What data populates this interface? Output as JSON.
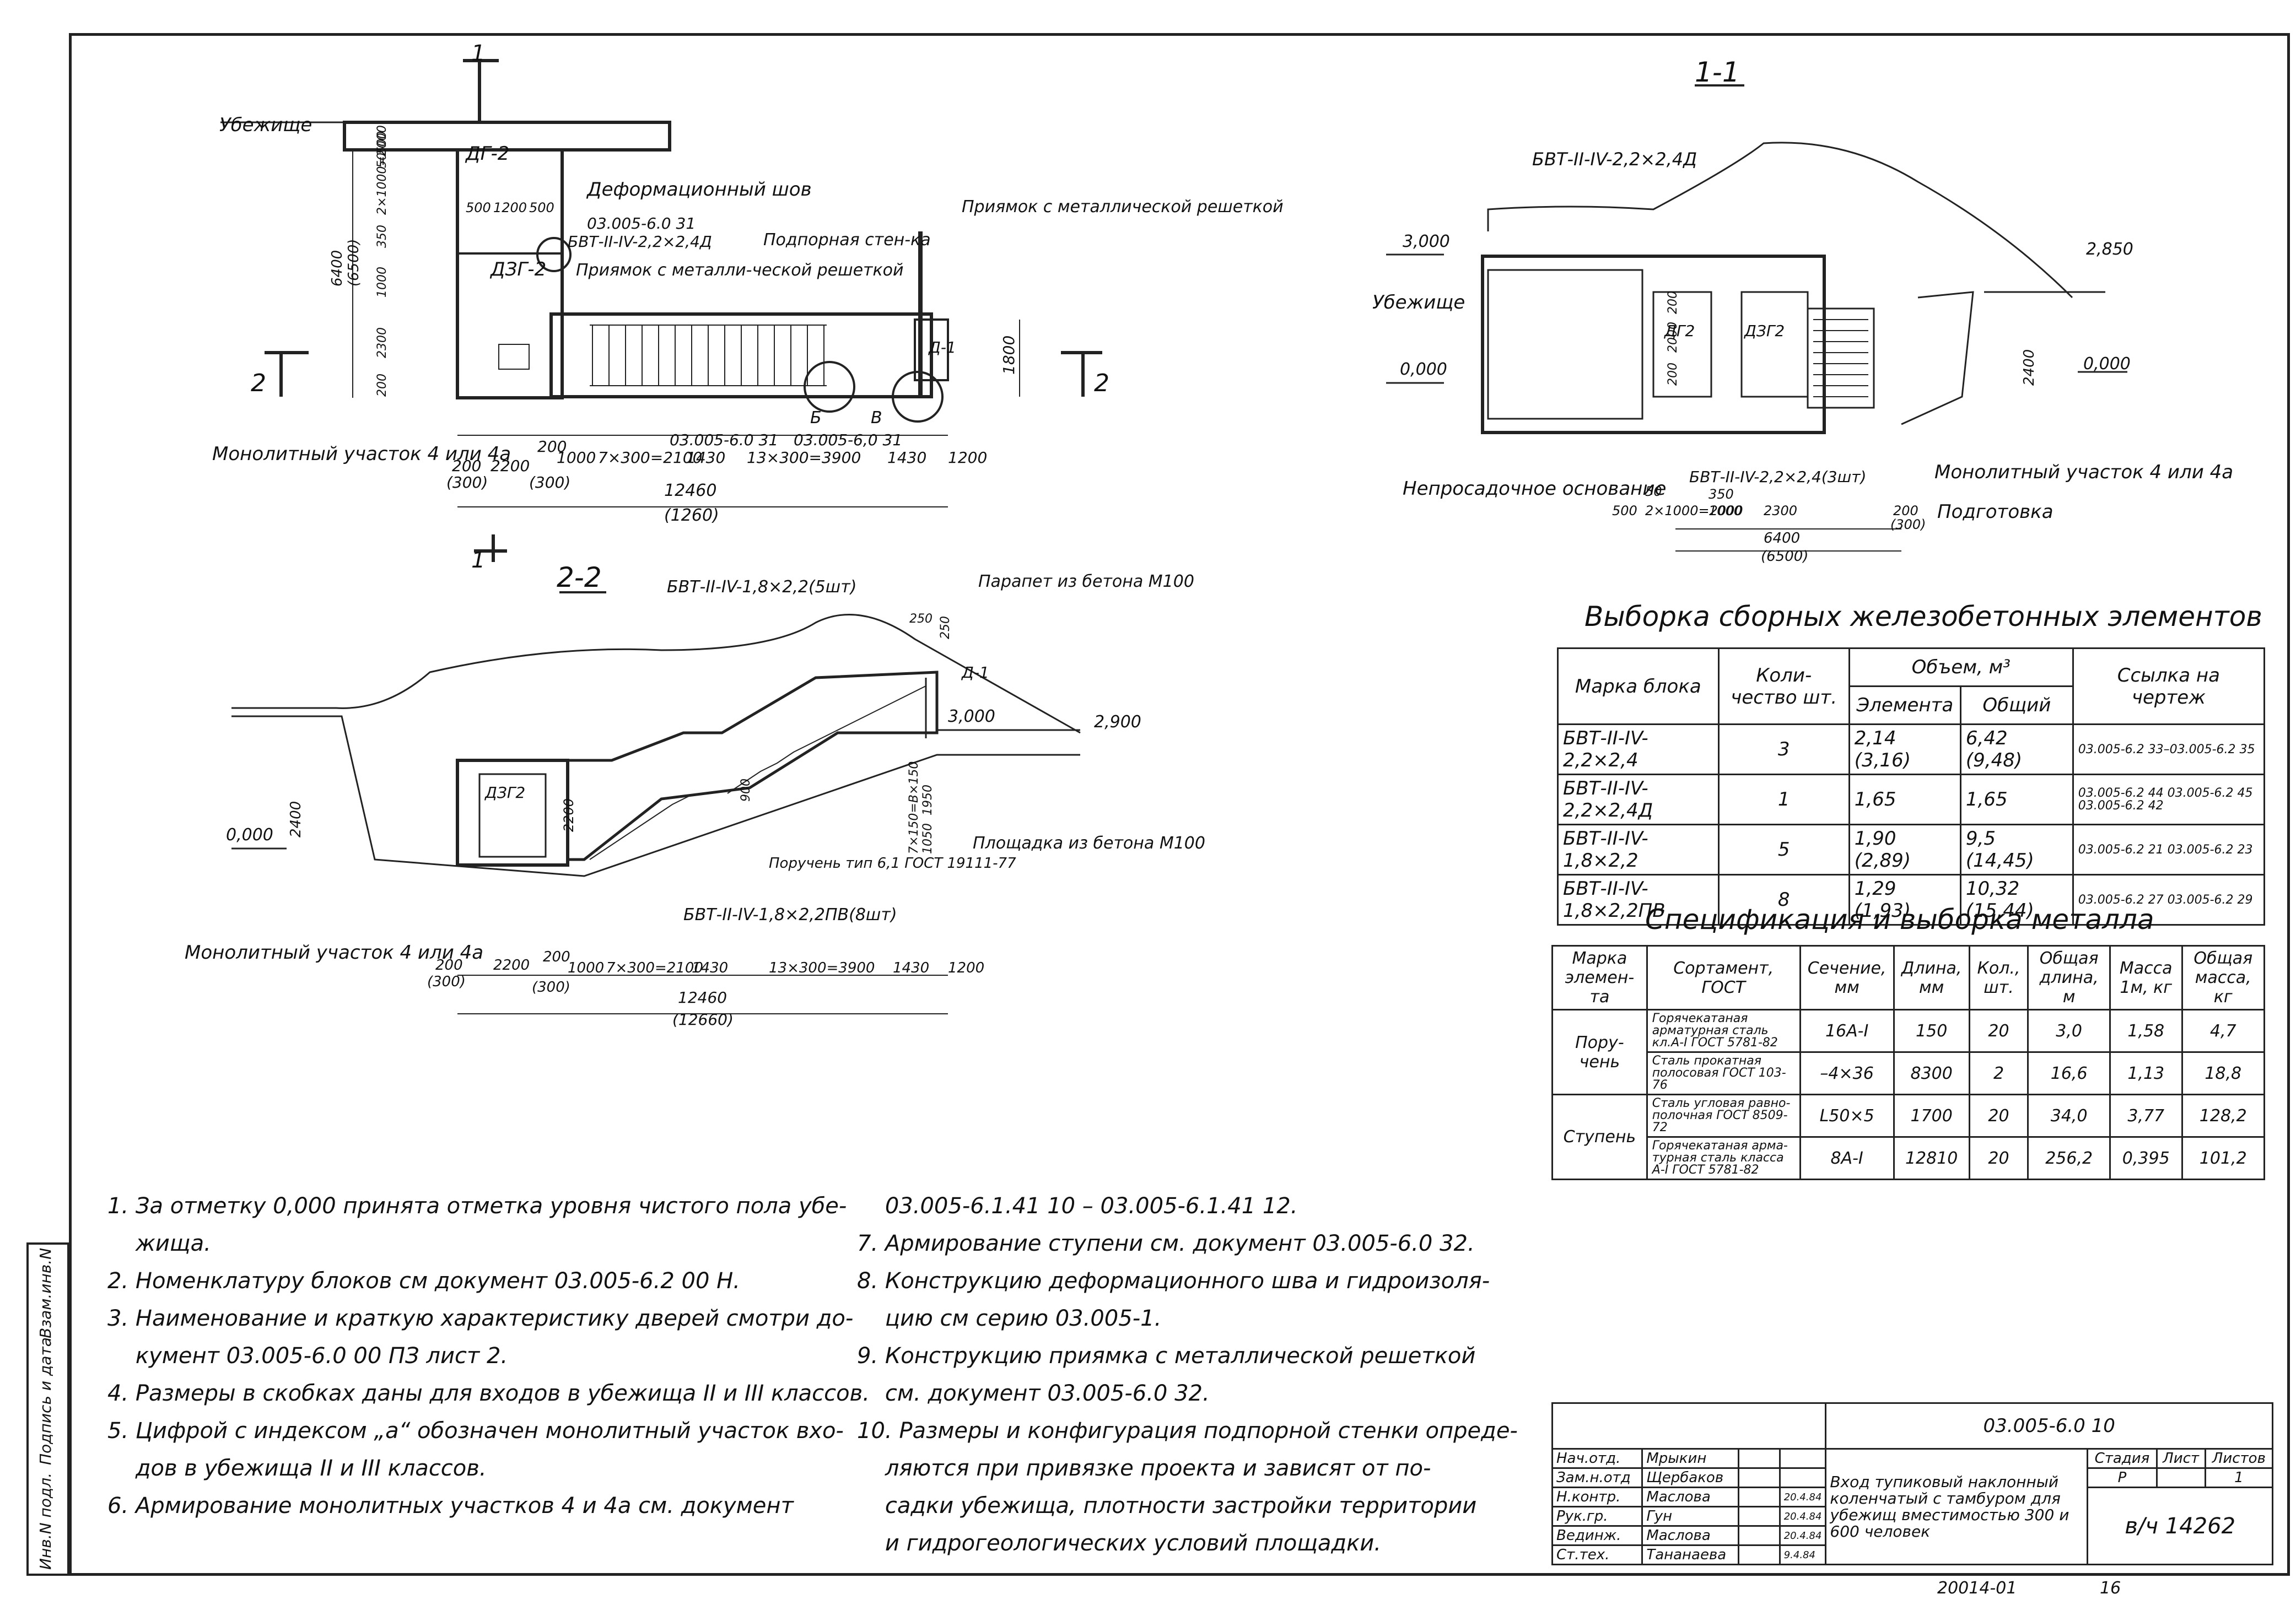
{
  "plan": {
    "section_mark_1": "1",
    "section_mark_2": "2",
    "label_shelter": "Убежище",
    "door_dg2": "ДГ-2",
    "door_dzg2": "ДЗГ-2",
    "deformation_joint": "Деформационный шов",
    "joint_ref": "03.005-6.0 31",
    "block_ref": "БВТ-II-IV-2,2×2,4Д",
    "pit_grating": "Приямок с металли-ческой решеткой",
    "retaining_wall": "Подпорная стен-ка",
    "pit_metal_grating": "Приямок с металлической решеткой",
    "monolithic": "Монолитный участок 4 или 4а",
    "callout_b": "Б",
    "callout_v": "В",
    "ref_31": "03.005-6.0 31",
    "ref_31b": "03.005-6,0 31",
    "d1": "Д-1",
    "dims_left_vertical": [
      "6400",
      "(6500)",
      "50",
      "500",
      "2×1000=2000",
      "350",
      "1000",
      "2300",
      "200"
    ],
    "dims_bottom": [
      "200",
      "(300)",
      "2200",
      "200",
      "(300)",
      "1000",
      "7×300=2100",
      "1430",
      "13×300=3900",
      "1430",
      "1200"
    ],
    "dim_total": "12460",
    "dim_total_alt": "(1260)",
    "dims_inner": [
      "500",
      "1200",
      "500"
    ],
    "dim_1800": "1800"
  },
  "section_11": {
    "title": "1-1",
    "block_top": "БВТ-II-IV-2,2×2,4Д",
    "mark_3000": "3,000",
    "shelter": "Убежище",
    "mark_0000": "0,000",
    "mark_2850": "2,850",
    "mark_0000_right": "0,000",
    "dim_2400": "2400",
    "door_dg2": "ДГ2",
    "door_dzg2": "ДЗГ2",
    "block_bottom": "БВТ-II-IV-2,2×2,4(3шт)",
    "foundation": "Непросадочное основание",
    "monolithic": "Монолитный участок 4 или 4а",
    "bedding": "Подготовка",
    "dims_bottom": [
      "500",
      "50",
      "2×1000=2000",
      "350",
      "1000",
      "2300",
      "200",
      "(300)"
    ],
    "dim_total": "6400",
    "dim_total_alt": "(6500)",
    "dims_vertical": [
      "200",
      "2000",
      "200"
    ]
  },
  "section_22": {
    "title": "2-2",
    "block_5": "БВТ-II-IV-1,8×2,2(5шт)",
    "parapet": "Парапет из бетона М100",
    "d1": "Д-1",
    "dim_250a": "250",
    "dim_250b": "250",
    "mark_3000": "3,000",
    "mark_2900": "2,900",
    "door_dzg2": "ДЗГ2",
    "mark_0000": "0,000",
    "dim_2400": "2400",
    "dim_2200": "2200",
    "dim_900": "900",
    "handrail": "Поручень тип 6,1 ГОСТ 19111-77",
    "platform": "Площадка из бетона М100",
    "stair_dims": "7×150=В×150",
    "dim_1950": "1950",
    "dim_1050": "1050",
    "block_8": "БВТ-II-IV-1,8×2,2ПВ(8шт)",
    "monolithic": "Монолитный участок 4 или 4а",
    "dims_bottom": [
      "200",
      "(300)",
      "2200",
      "200",
      "(300)",
      "1000",
      "7×300=2100",
      "1430",
      "13×300=3900",
      "1430",
      "1200"
    ],
    "dim_total": "12460",
    "dim_total_alt": "(12660)"
  },
  "precast_table": {
    "caption": "Выборка сборных железобетонных элементов",
    "headers": [
      "Марка блока",
      "Коли-чество шт.",
      "Объем, м³",
      "Ссылка на чертеж"
    ],
    "subheaders": [
      "Элемента",
      "Общий"
    ],
    "rows": [
      [
        "БВТ-II-IV-2,2×2,4",
        "3",
        "2,14 (3,16)",
        "6,42 (9,48)",
        "03.005-6.2 33–03.005-6.2 35"
      ],
      [
        "БВТ-II-IV-2,2×2,4Д",
        "1",
        "1,65",
        "1,65",
        "03.005-6.2 44 03.005-6.2 45 03.005-6.2 42"
      ],
      [
        "БВТ-II-IV-1,8×2,2",
        "5",
        "1,90 (2,89)",
        "9,5 (14,45)",
        "03.005-6.2 21 03.005-6.2 23"
      ],
      [
        "БВТ-II-IV-1,8×2,2ПВ",
        "8",
        "1,29 (1,93)",
        "10,32 (15,44)",
        "03.005-6.2 27 03.005-6.2 29"
      ]
    ]
  },
  "metal_table": {
    "caption": "Спецификация и выборка металла",
    "headers": [
      "Марка элемен-та",
      "Сортамент, ГОСТ",
      "Сечение, мм",
      "Длина, мм",
      "Кол., шт.",
      "Общая длина, м",
      "Масса 1м, кг",
      "Общая масса, кг"
    ],
    "groups": [
      {
        "element": "Пору-чень",
        "rows": [
          [
            "Горячекатаная арматурная сталь кл.А-I ГОСТ 5781-82",
            "16А-I",
            "150",
            "20",
            "3,0",
            "1,58",
            "4,7"
          ],
          [
            "Сталь прокатная полосовая ГОСТ 103-76",
            "–4×36",
            "8300",
            "2",
            "16,6",
            "1,13",
            "18,8"
          ]
        ]
      },
      {
        "element": "Ступень",
        "rows": [
          [
            "Сталь угловая равно-полочная ГОСТ 8509-72",
            "L50×5",
            "1700",
            "20",
            "34,0",
            "3,77",
            "128,2"
          ],
          [
            "Горячекатаная арма-турная сталь класса А-I ГОСТ 5781-82",
            "8А-I",
            "12810",
            "20",
            "256,2",
            "0,395",
            "101,2"
          ]
        ]
      }
    ]
  },
  "notes": [
    "1. За отметку 0,000 принята отметка уровня чистого пола убе-",
    "    жища.",
    "2. Номенклатуру блоков см документ 03.005-6.2 00 Н.",
    "3. Наименование и краткую характеристику дверей смотри до-",
    "    кумент 03.005-6.0 00 ПЗ лист 2.",
    "4. Размеры в скобках даны для входов в убежища II и III классов.",
    "5. Цифрой с индексом „а“ обозначен монолитный участок вхо-",
    "    дов в убежища II и III классов.",
    "6. Армирование монолитных участков 4 и 4а см. документ"
  ],
  "notes_right": [
    "    03.005-6.1.41 10 – 03.005-6.1.41 12.",
    "7. Армирование ступени см. документ 03.005-6.0 32.",
    "8. Конструкцию деформационного шва и гидроизоля-",
    "    цию см серию 03.005-1.",
    "9. Конструкцию приямка с металлической решеткой",
    "    см. документ 03.005-6.0 32.",
    "10. Размеры и конфигурация подпорной стенки опреде-",
    "    ляются при привязке проекта и зависят от по-",
    "    садки убежища, плотности застройки территории",
    "    и гидрогеологических условий площадки."
  ],
  "title_block": {
    "doc_code": "03.005-6.0 10",
    "title": "Вход тупиковый наклонный коленчатый с тамбуром для убежищ вместимостью 300 и 600 человек",
    "stage_label": "Стадия",
    "sheet_label": "Лист",
    "sheets_label": "Листов",
    "stage": "Р",
    "sheets": "1",
    "org": "в/ч 14262",
    "people": [
      [
        "Нач.отд.",
        "Мрыкин"
      ],
      [
        "Зам.н.отд",
        "Щербаков"
      ],
      [
        "Н.контр.",
        "Маслова"
      ],
      [
        "Рук.гр.",
        "Гун"
      ],
      [
        "Вединж.",
        "Маслова"
      ],
      [
        "Ст.тех.",
        "Тананаева"
      ]
    ],
    "dates": [
      "20.4.84",
      "20.4.84",
      "20.4.84",
      "9.4.84"
    ],
    "footer_code": "20014-01",
    "footer_page": "16"
  },
  "left_strip": {
    "labels": [
      "Инв.N подл.",
      "Подпись и дата",
      "Взам.инв.N"
    ]
  }
}
